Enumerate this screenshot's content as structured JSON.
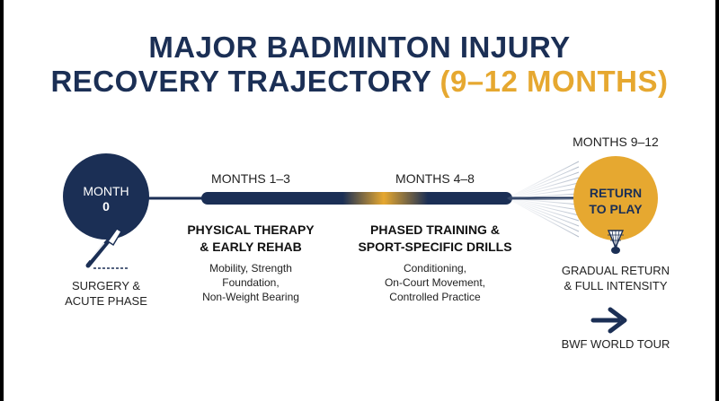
{
  "title": {
    "line1": "MAJOR BADMINTON INJURY",
    "line2_main": "RECOVERY TRAJECTORY ",
    "line2_accent": "(9–12 MONTHS)"
  },
  "start": {
    "label_top": "MONTH",
    "label_num": "0",
    "phase_line1": "SURGERY &",
    "phase_line2": "ACUTE PHASE",
    "icon": "scalpel-icon"
  },
  "phase1": {
    "months": "MONTHS 1–3",
    "title_line1": "PHYSICAL THERAPY",
    "title_line2": "& EARLY REHAB",
    "desc_line1": "Mobility, Strength",
    "desc_line2": "Foundation,",
    "desc_line3": "Non-Weight Bearing"
  },
  "phase2": {
    "months": "MONTHS 4–8",
    "title_line1": "PHASED TRAINING &",
    "title_line2": "SPORT-SPECIFIC DRILLS",
    "desc_line1": "Conditioning,",
    "desc_line2": "On-Court Movement,",
    "desc_line3": "Controlled Practice"
  },
  "finish": {
    "months": "MONTHS 9–12",
    "circle_line1": "RETURN",
    "circle_line2": "TO PLAY",
    "desc_line1": "GRADUAL RETURN",
    "desc_line2": "& FULL INTENSITY",
    "arrow_icon": "arrow-right-icon",
    "shuttle_icon": "shuttlecock-icon",
    "destination": "BWF WORLD TOUR"
  },
  "colors": {
    "navy": "#1b2f55",
    "gold": "#e6a830"
  }
}
